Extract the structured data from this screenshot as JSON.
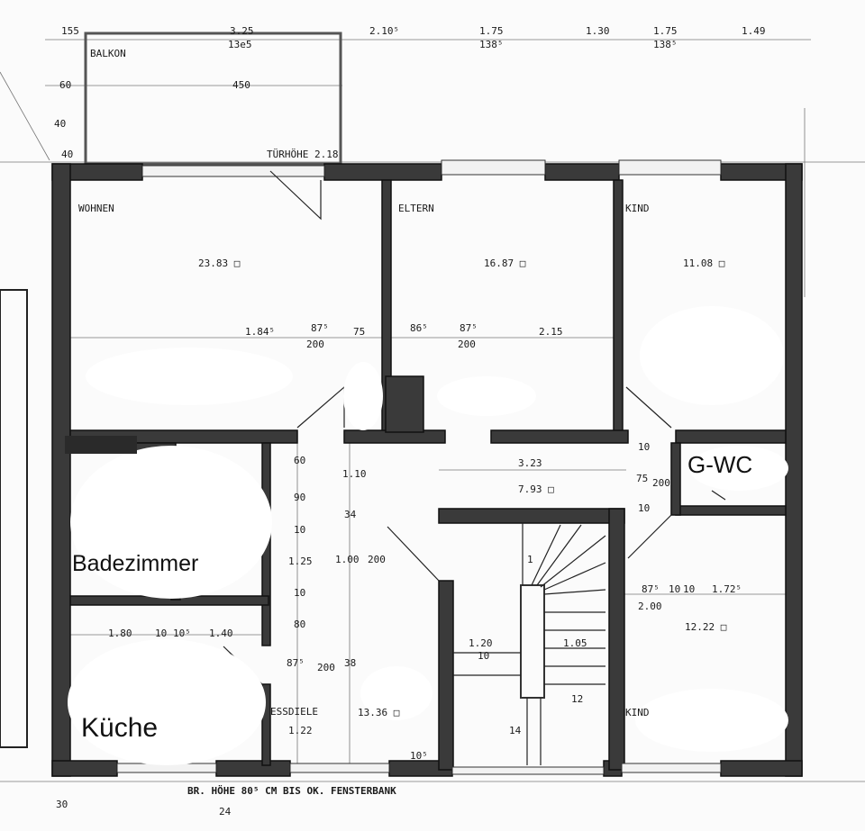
{
  "plan": {
    "rooms": {
      "balkon": "BALKON",
      "wohnen": "WOHNEN",
      "eltern": "ELTERN",
      "kind_top": "KIND",
      "kind_bottom": "KIND",
      "essdiele": "ESSDIELE",
      "badezimmer": "Badezimmer",
      "kueche": "Küche",
      "gwc": "G-WC"
    },
    "areas": {
      "wohnen": "23.83 □",
      "eltern": "16.87 □",
      "kind_top": "11.08 □",
      "kind_bottom": "12.22 □",
      "essdiele": "13.36 □",
      "flur": "7.93 □"
    },
    "top_dimensions": [
      "155",
      "3.25",
      "13e5",
      "2.10⁵",
      "1.75",
      "138⁵",
      "1.30",
      "1.75",
      "138⁵",
      "1.49"
    ],
    "balcony_dimensions": [
      "450",
      "60",
      "40",
      "40"
    ],
    "door_height_note": "TÜRHÖHE 2.18",
    "window_note": "BR. HÖHE 80⁵ CM BIS OK. FENSTERBANK",
    "interior_dimensions": {
      "wohnen_row": [
        "1.84⁵",
        "87⁵",
        "200",
        "75"
      ],
      "eltern_row": [
        "86⁵",
        "87⁵",
        "200",
        "2.15"
      ],
      "flur_width": "3.23",
      "wc_dims": [
        "10",
        "75",
        "200",
        "10"
      ],
      "kind_row": [
        "87⁵",
        "10",
        "10",
        "1.72⁵",
        "2.00"
      ],
      "stair": [
        "1",
        "1.20",
        "10",
        "1.05",
        "12",
        "14"
      ],
      "kitchen_row": [
        "1.80",
        "10",
        "10⁵",
        "1.40"
      ],
      "left_column": [
        "60",
        "90",
        "10",
        "1.25",
        "10",
        "80",
        "87⁵",
        "200",
        "1.22"
      ],
      "mid_column": [
        "1.10",
        "34",
        "1.00",
        "200",
        "38",
        "10⁵"
      ],
      "bottom": [
        "30",
        "24"
      ]
    }
  }
}
